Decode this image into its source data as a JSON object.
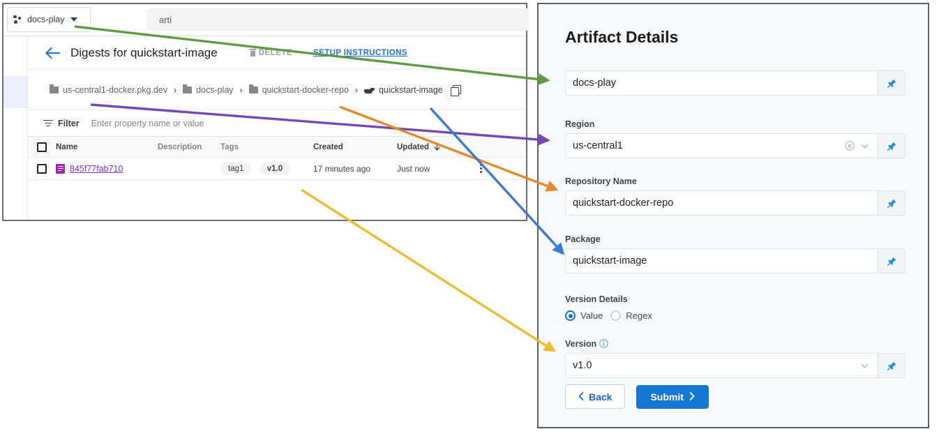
{
  "console": {
    "topbar": {
      "project_icon": "project-dots-icon",
      "project_name": "docs-play",
      "dropdown_icon": "caret-down-icon",
      "search_value": "arti"
    },
    "header": {
      "back_icon": "back-arrow-icon",
      "title": "Digests for quickstart-image",
      "delete_label": "DELETE",
      "delete_icon": "trash-icon",
      "setup_link": "SETUP INSTRUCTIONS"
    },
    "breadcrumb": {
      "items": [
        {
          "label": "us-central1-docker.pkg.dev",
          "icon": "folder-icon"
        },
        {
          "label": "docs-play",
          "icon": "folder-icon"
        },
        {
          "label": "quickstart-docker-repo",
          "icon": "folder-icon"
        },
        {
          "label": "quickstart-image",
          "icon": "docker-whale-icon"
        }
      ],
      "separator": "›",
      "copy_icon": "copy-icon"
    },
    "filter": {
      "icon": "filter-icon",
      "label": "Filter",
      "placeholder": "Enter property name or value"
    },
    "table": {
      "columns": [
        "Name",
        "Description",
        "Tags",
        "Created",
        "Updated"
      ],
      "sort_column": "Updated",
      "sort_icon": "arrow-down-icon",
      "select_all_checkbox": "unchecked",
      "rows": [
        {
          "checkbox": "unchecked",
          "name_icon": "digest-icon",
          "name": "845f77fab710",
          "description": "",
          "tags": [
            "tag1",
            "v1.0"
          ],
          "created": "17 minutes ago",
          "updated": "Just now",
          "menu_icon": "kebab-menu-icon"
        }
      ]
    }
  },
  "panel": {
    "title": "Artifact Details",
    "fields": [
      {
        "label": "",
        "value": "docs-play",
        "pin_icon": "pin-icon",
        "has_clear": false,
        "has_chevron": false
      },
      {
        "label": "Region",
        "value": "us-central1",
        "pin_icon": "pin-icon",
        "has_clear": true,
        "has_chevron": true
      },
      {
        "label": "Repository Name",
        "value": "quickstart-docker-repo",
        "pin_icon": "pin-icon",
        "has_clear": false,
        "has_chevron": false
      },
      {
        "label": "Package",
        "value": "quickstart-image",
        "pin_icon": "pin-icon",
        "has_clear": false,
        "has_chevron": false
      }
    ],
    "version_details": {
      "label": "Version Details",
      "options": [
        {
          "label": "Value",
          "selected": true
        },
        {
          "label": "Regex",
          "selected": false
        }
      ]
    },
    "version_field": {
      "label": "Version",
      "info_icon": "info-icon",
      "value": "v1.0",
      "pin_icon": "pin-icon",
      "has_chevron": true
    },
    "buttons": {
      "back": "Back",
      "back_icon": "chevron-left-icon",
      "submit": "Submit",
      "submit_icon": "chevron-right-icon"
    }
  },
  "annotations": {
    "arrows": [
      {
        "name": "project-to-docs-play",
        "color": "#5f9c3f"
      },
      {
        "name": "breadcrumb-to-region",
        "color": "#7348b8"
      },
      {
        "name": "breadcrumb-to-repository",
        "color": "#e8882a"
      },
      {
        "name": "breadcrumb-to-package",
        "color": "#3b79dc"
      },
      {
        "name": "tag-to-version",
        "color": "#f0bb2e"
      }
    ]
  },
  "colors": {
    "accent_blue": "#1a73e8",
    "submit_blue": "#1577d4",
    "link_purple": "#8430ce",
    "panel_bg": "#f7fafd"
  }
}
